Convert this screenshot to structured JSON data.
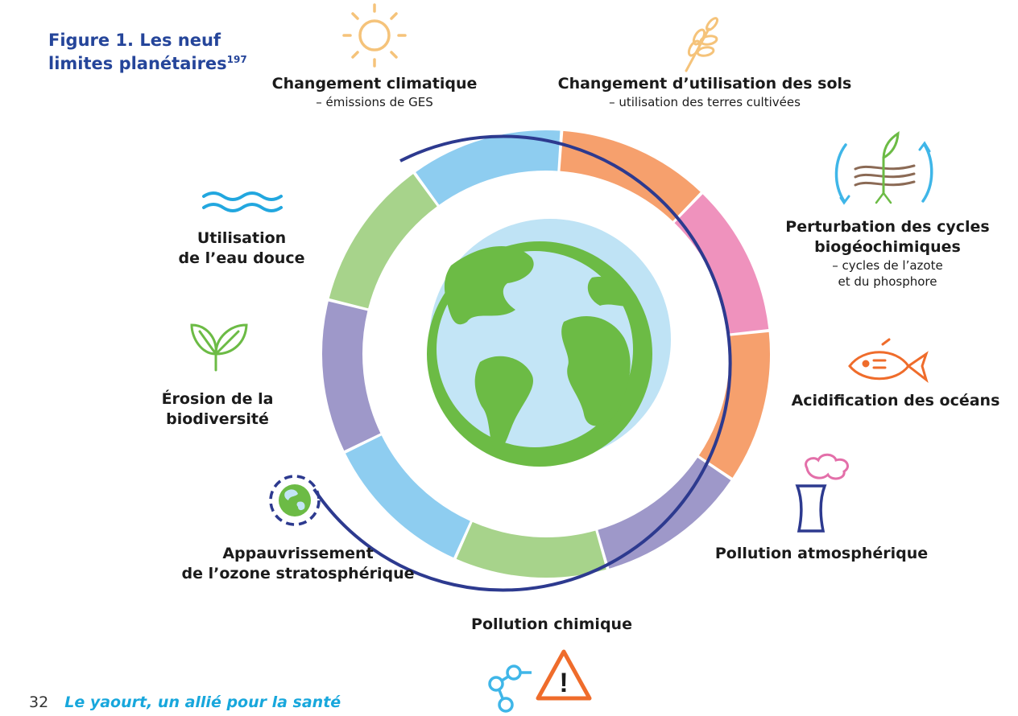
{
  "figure": {
    "title_line1": "Figure 1. Les neuf",
    "title_line2": "limites planétaires",
    "title_ref": "197"
  },
  "limits": [
    {
      "title": "Changement climatique",
      "subtitle": "– émissions de GES",
      "icon": "sun-icon",
      "color": "#9e98c9"
    },
    {
      "title": "Changement d’utilisation des sols",
      "subtitle": "– utilisation des terres cultivées",
      "icon": "wheat-icon",
      "color": "#a7d38b"
    },
    {
      "title_line1": "Perturbation des cycles",
      "title_line2": "biogéochimiques",
      "subtitle_line1": "– cycles de l’azote",
      "subtitle_line2": "et du phosphore",
      "icon": "nutrient-cycle-icon",
      "color": "#8ecdf0"
    },
    {
      "title": "Acidification des océans",
      "icon": "fish-icon",
      "color": "#f6a06d"
    },
    {
      "title": "Pollution atmosphérique",
      "icon": "factory-cloud-icon",
      "color": "#ef92bd"
    },
    {
      "title": "Pollution chimique",
      "icon": "chemical-warning-icon",
      "color": "#f6a06d"
    },
    {
      "title_line1": "Appauvrissement",
      "title_line2": "de l’ozone stratosphérique",
      "icon": "ozone-globe-icon",
      "color": "#9e98c9"
    },
    {
      "title_line1": "Érosion de la",
      "title_line2": "biodiversité",
      "icon": "leaves-icon",
      "color": "#a7d38b"
    },
    {
      "title_line1": "Utilisation",
      "title_line2": "de l’eau douce",
      "icon": "water-waves-icon",
      "color": "#8ecdf0"
    }
  ],
  "colors": {
    "outline": "#2d3a8f",
    "earth_ocean": "#c3e5f6",
    "earth_land": "#6cbb45",
    "title": "#25459a",
    "footer_title": "#18a7dc"
  },
  "footer": {
    "page_number": "32",
    "title": "Le yaourt, un allié pour la santé"
  }
}
